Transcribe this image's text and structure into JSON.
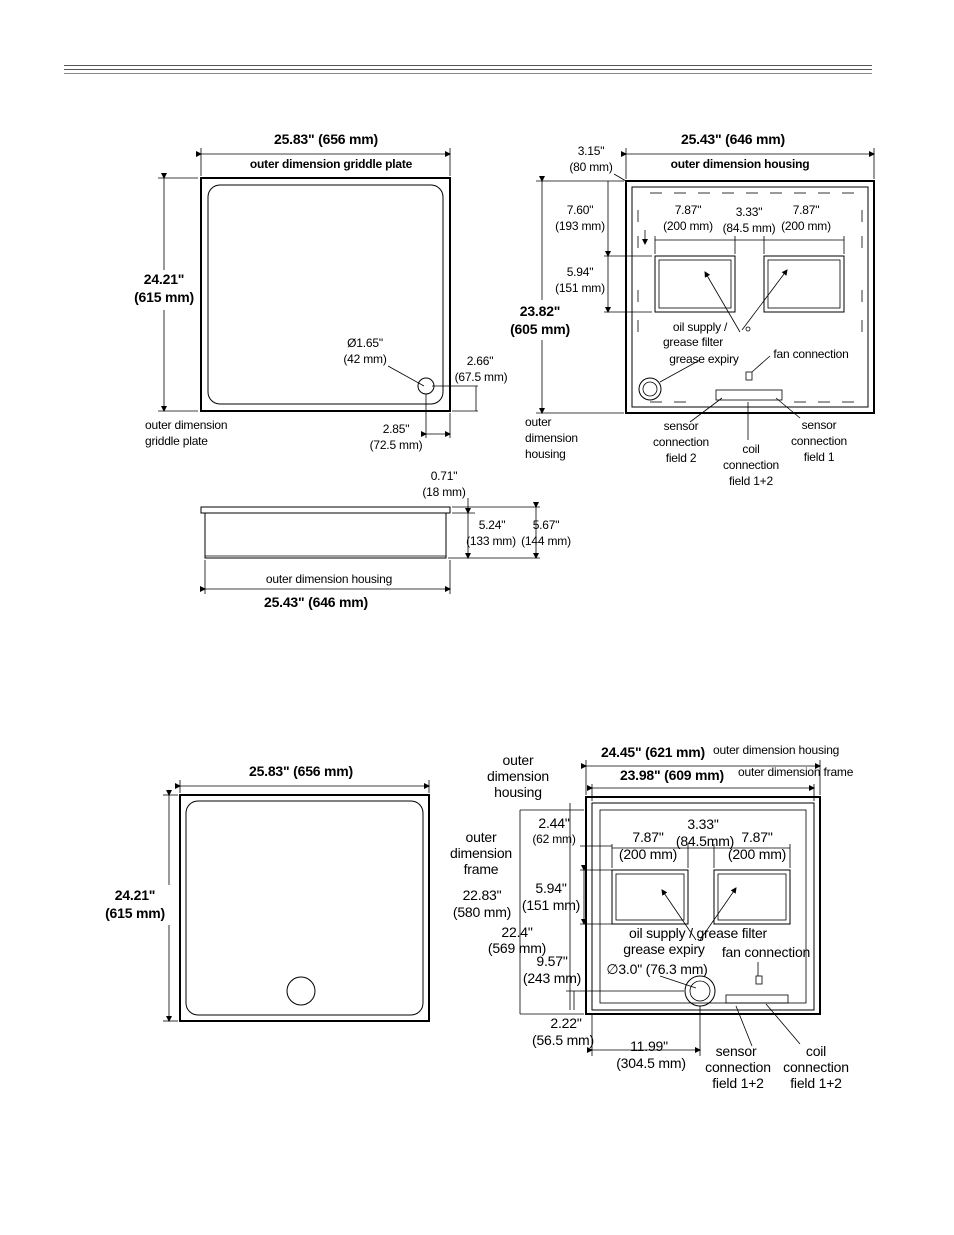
{
  "griddle_top": {
    "width_dim": "25.83\" (656 mm)",
    "width_label": "outer dimension griddle plate",
    "height_in": "24.21\"",
    "height_mm": "(615 mm)",
    "drain_dia_in": "Ø1.65\"",
    "drain_dia_mm": "(42 mm)",
    "drain_y_in": "2.66\"",
    "drain_y_mm": "(67.5 mm)",
    "drain_x_in": "2.85\"",
    "drain_x_mm": "(72.5 mm)",
    "outer_label_1": "outer dimension",
    "outer_label_2": "griddle plate"
  },
  "housing_top": {
    "width_dim": "25.43\" (646 mm)",
    "width_label": "outer dimension housing",
    "offset_in": "3.15\"",
    "offset_mm": "(80 mm)",
    "d760_in": "7.60\"",
    "d760_mm": "(193 mm)",
    "d787a_in": "7.87\"",
    "d787a_mm": "(200 mm)",
    "d333_in": "3.33\"",
    "d333_mm": "(84.5 mm)",
    "d787b_in": "7.87\"",
    "d787b_mm": "(200 mm)",
    "d594_in": "5.94\"",
    "d594_mm": "(151 mm)",
    "height_in": "23.82\"",
    "height_mm": "(605 mm)",
    "oil_label_1": "oil supply /",
    "oil_label_2": "grease filter",
    "grease_expiry": "grease expiry",
    "fan_connection": "fan connection",
    "outer_1": "outer",
    "outer_2": "dimension",
    "outer_3": "housing",
    "sensor2_1": "sensor",
    "sensor2_2": "connection",
    "sensor2_3": "field 2",
    "coil_1": "coil",
    "coil_2": "connection",
    "coil_3": "field 1+2",
    "sensor1_1": "sensor",
    "sensor1_2": "connection",
    "sensor1_3": "field 1"
  },
  "side_view": {
    "d071_in": "0.71\"",
    "d071_mm": "(18 mm)",
    "d524_in": "5.24\"",
    "d524_mm": "(133 mm)",
    "d567_in": "5.67\"",
    "d567_mm": "(144 mm)",
    "housing_label": "outer dimension housing",
    "width_dim": "25.43\" (646 mm)"
  },
  "griddle_bottom": {
    "width_dim": "25.83\" (656 mm)",
    "height_in": "24.21\"",
    "height_mm": "(615 mm)"
  },
  "housing_bottom": {
    "outer_h_1": "outer",
    "outer_h_2": "dimension",
    "outer_h_3": "housing",
    "width_housing": "24.45\" (621 mm)",
    "width_housing_label": "outer dimension housing",
    "width_frame": "23.98\" (609 mm)",
    "width_frame_label": "outer dimension frame",
    "d244_in": "2.44\"",
    "d244_mm": "(62 mm)",
    "outer_f_1": "outer",
    "outer_f_2": "dimension",
    "outer_f_3": "frame",
    "d787a_in": "7.87\"",
    "d787a_mm": "(200 mm)",
    "d333_in": "3.33\"",
    "d333_mm": "(84.5mm)",
    "d787b_in": "7.87\"",
    "d787b_mm": "(200 mm)",
    "d2283_in": "22.83\"",
    "d2283_mm": "(580 mm)",
    "d594_in": "5.94\"",
    "d594_mm": "(151 mm)",
    "d224_in": "22.4\"",
    "d224_mm": "(569 mm)",
    "d957_in": "9.57\"",
    "d957_mm": "(243 mm)",
    "oil_label": "oil supply / grease filter",
    "grease_expiry": "grease expiry",
    "fan_connection": "fan connection",
    "dia": "∅3.0\" (76.3 mm)",
    "d222_in": "2.22\"",
    "d222_mm": "(56.5 mm)",
    "d1199_in": "11.99\"",
    "d1199_mm": "(304.5 mm)",
    "sensor_1": "sensor",
    "sensor_2": "connection",
    "sensor_3": "field 1+2",
    "coil_1": "coil",
    "coil_2": "connection",
    "coil_3": "field 1+2"
  }
}
